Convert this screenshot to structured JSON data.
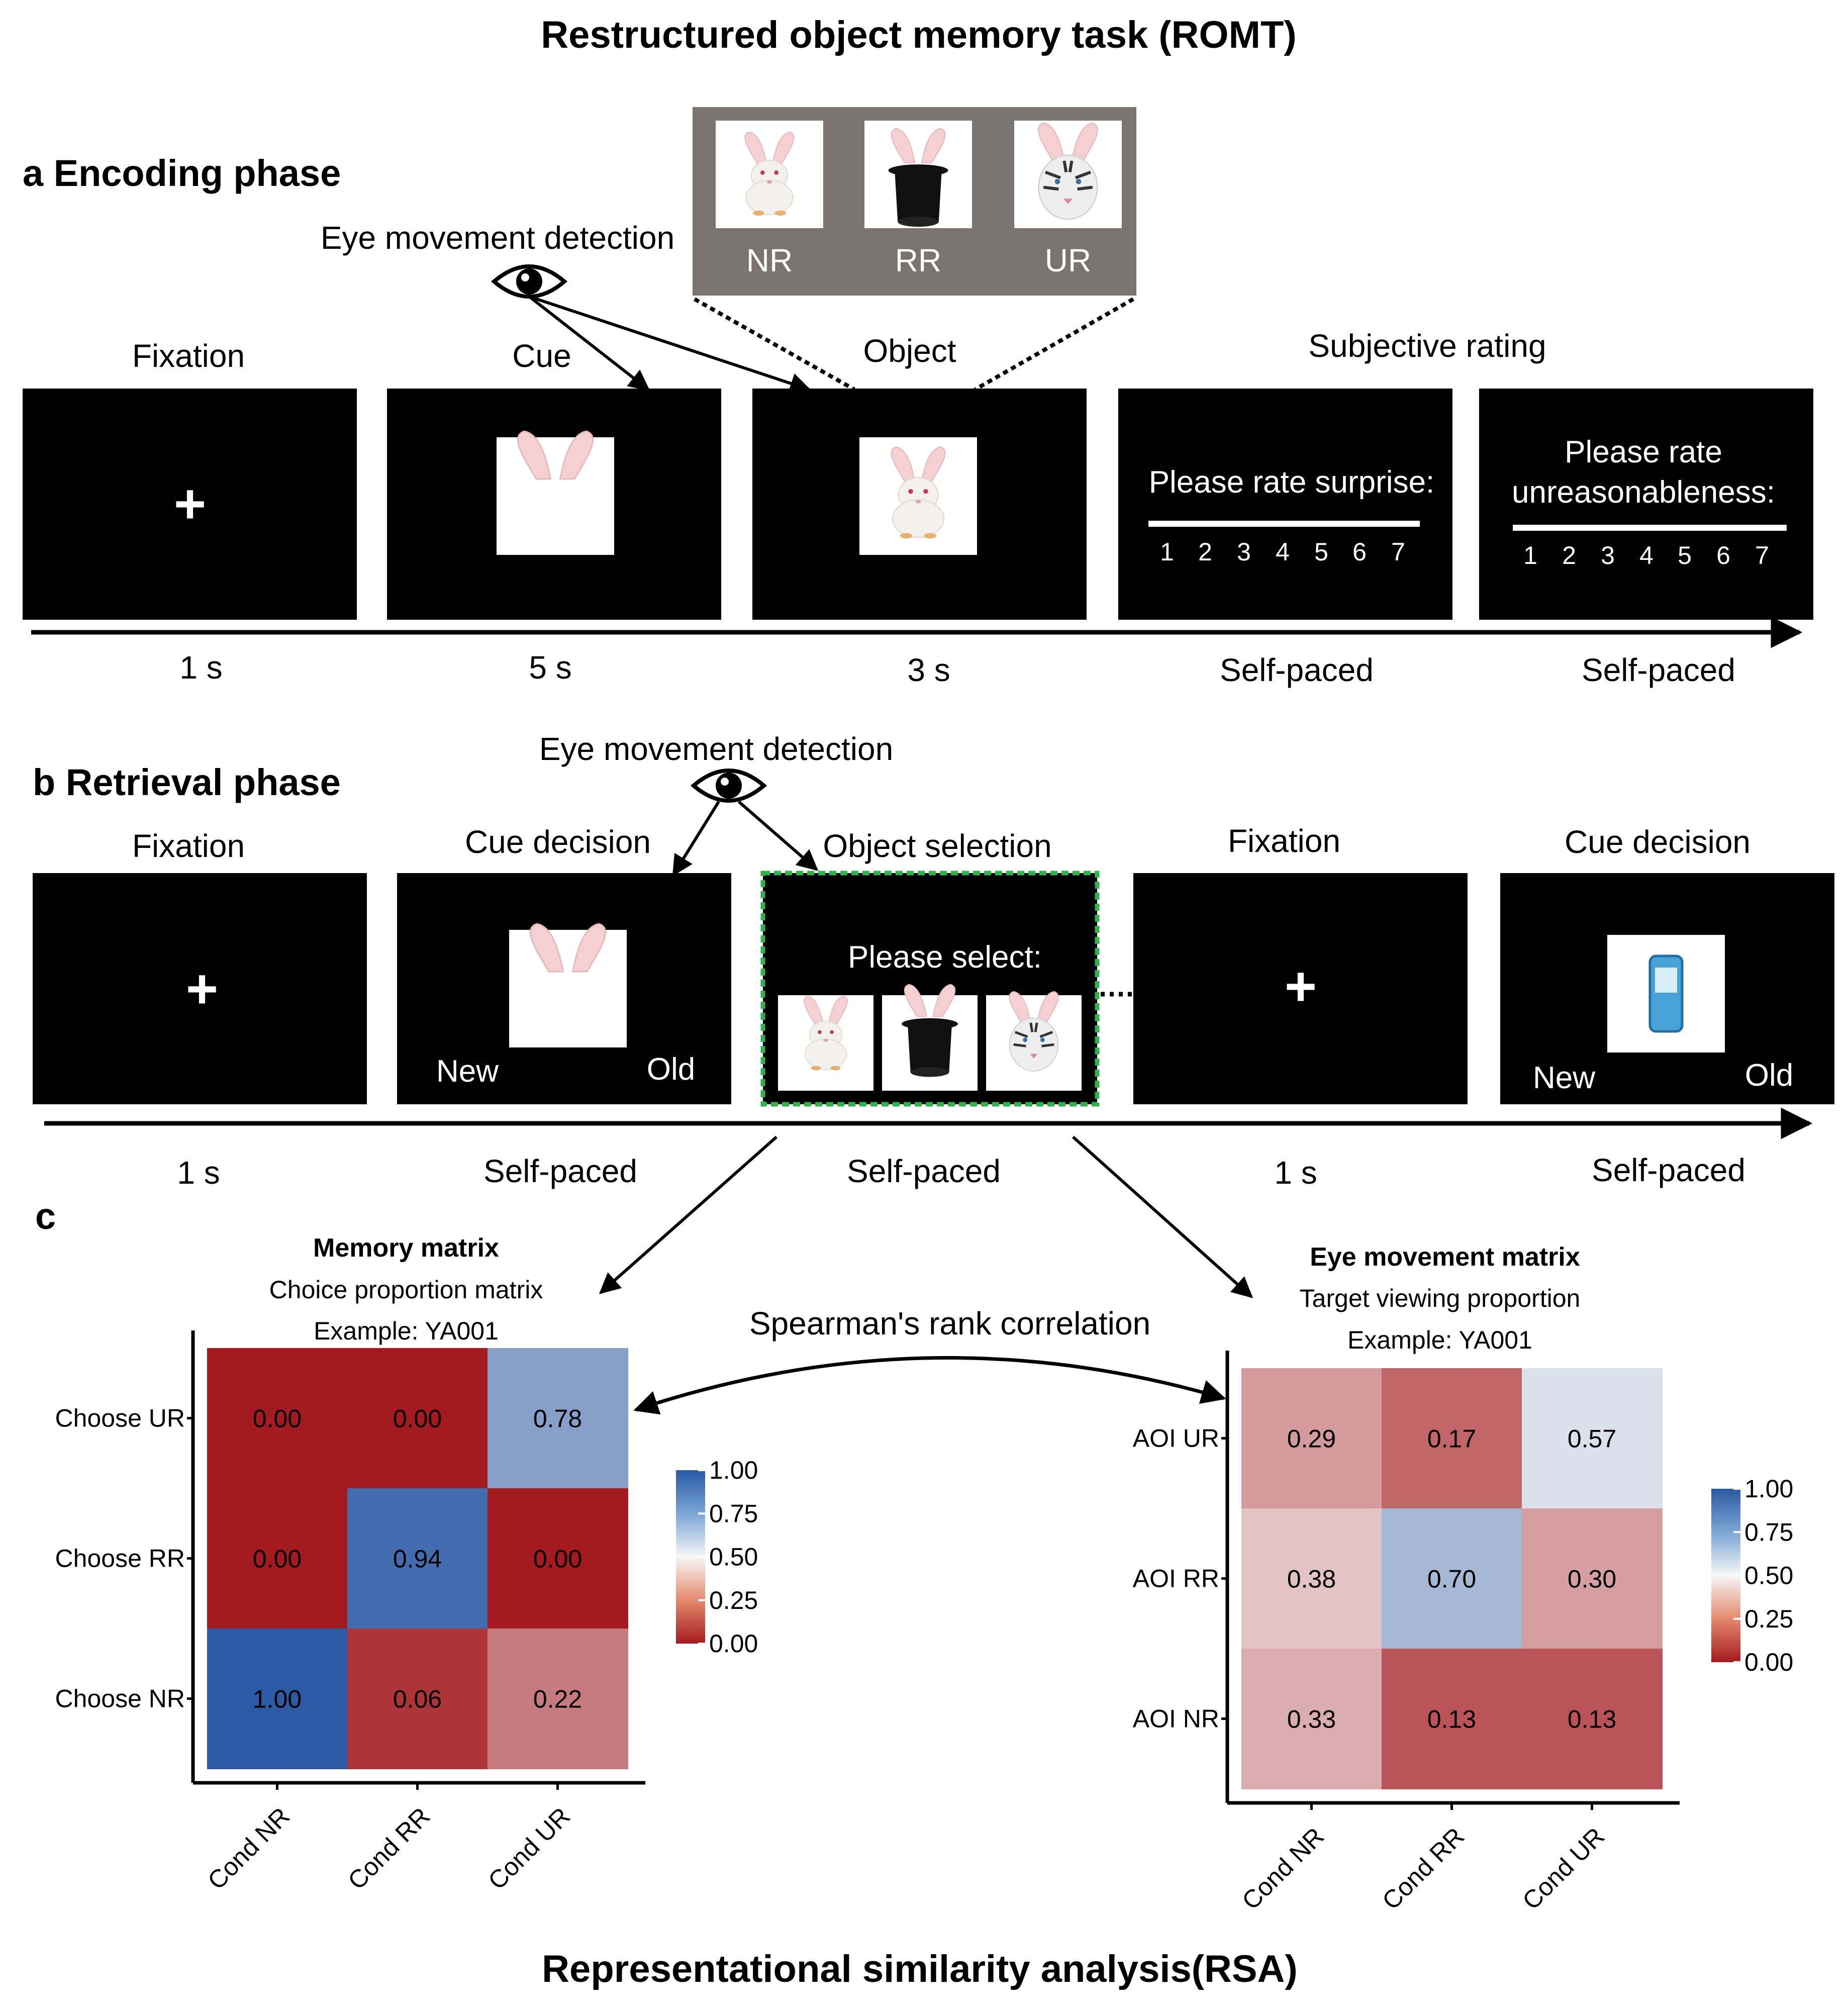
{
  "figure": {
    "title": "Restructured object memory task (ROMT)",
    "bottom_title": "Representational similarity analysis(RSA)"
  },
  "encoding": {
    "panel_label": "a Encoding phase",
    "eye_label": "Eye movement detection",
    "inset_labels": [
      "NR",
      "RR",
      "UR"
    ],
    "screens": [
      {
        "title": "Fixation",
        "content": "+",
        "timing": "1 s"
      },
      {
        "title": "Cue",
        "content": "rabbit-ears-image",
        "timing": "5 s"
      },
      {
        "title": "Object",
        "content": "rabbit-image",
        "timing": "3 s"
      },
      {
        "title": "Subjective rating",
        "prompt": "Please rate surprise:",
        "scale": [
          "1",
          "2",
          "3",
          "4",
          "5",
          "6",
          "7"
        ],
        "timing": "Self-paced"
      },
      {
        "title": "",
        "prompt_line1": "Please rate",
        "prompt_line2": "unreasonableness:",
        "scale": [
          "1",
          "2",
          "3",
          "4",
          "5",
          "6",
          "7"
        ],
        "timing": "Self-paced"
      }
    ]
  },
  "retrieval": {
    "panel_label": "b Retrieval phase",
    "eye_label": "Eye movement detection",
    "screens": [
      {
        "title": "Fixation",
        "content": "+",
        "timing": "1 s"
      },
      {
        "title": "Cue decision",
        "left": "New",
        "right": "Old",
        "timing": "Self-paced"
      },
      {
        "title": "Object selection",
        "prompt": "Please select:",
        "timing": "Self-paced"
      },
      {
        "title": "Fixation",
        "content": "+",
        "timing": "1 s"
      },
      {
        "title": "Cue decision",
        "left": "New",
        "right": "Old",
        "timing": "Self-paced"
      }
    ]
  },
  "rsa": {
    "panel_label": "c",
    "correlation_label": "Spearman's rank correlation"
  },
  "colors": {
    "high": "#2b59a4",
    "mid": "#f7f7f7",
    "low": "#a31a1f",
    "screen": "#000000",
    "inset_bg": "#7a7370",
    "selection_border": "#2fb34a"
  },
  "chart_data": [
    {
      "type": "heatmap",
      "title": "Memory matrix",
      "subtitle_line1": "Choice proportion matrix",
      "subtitle_line2": "Example: YA001",
      "x_categories": [
        "Cond NR",
        "Cond RR",
        "Cond UR"
      ],
      "y_categories": [
        "Choose UR",
        "Choose RR",
        "Choose NR"
      ],
      "values": [
        [
          "0.00",
          "0.00",
          "0.78"
        ],
        [
          "0.00",
          "0.94",
          "0.00"
        ],
        [
          "1.00",
          "0.06",
          "0.22"
        ]
      ],
      "legend_ticks": [
        "1.00",
        "0.75",
        "0.50",
        "0.25",
        "0.00"
      ],
      "range": [
        0,
        1
      ]
    },
    {
      "type": "heatmap",
      "title": "Eye movement matrix",
      "subtitle_line1": "Target viewing proportion",
      "subtitle_line2": "Example: YA001",
      "x_categories": [
        "Cond NR",
        "Cond RR",
        "Cond UR"
      ],
      "y_categories": [
        "AOI UR",
        "AOI RR",
        "AOI NR"
      ],
      "values": [
        [
          "0.29",
          "0.17",
          "0.57"
        ],
        [
          "0.38",
          "0.70",
          "0.30"
        ],
        [
          "0.33",
          "0.13",
          "0.13"
        ]
      ],
      "legend_ticks": [
        "1.00",
        "0.75",
        "0.50",
        "0.25",
        "0.00"
      ],
      "range": [
        0,
        1
      ]
    }
  ]
}
